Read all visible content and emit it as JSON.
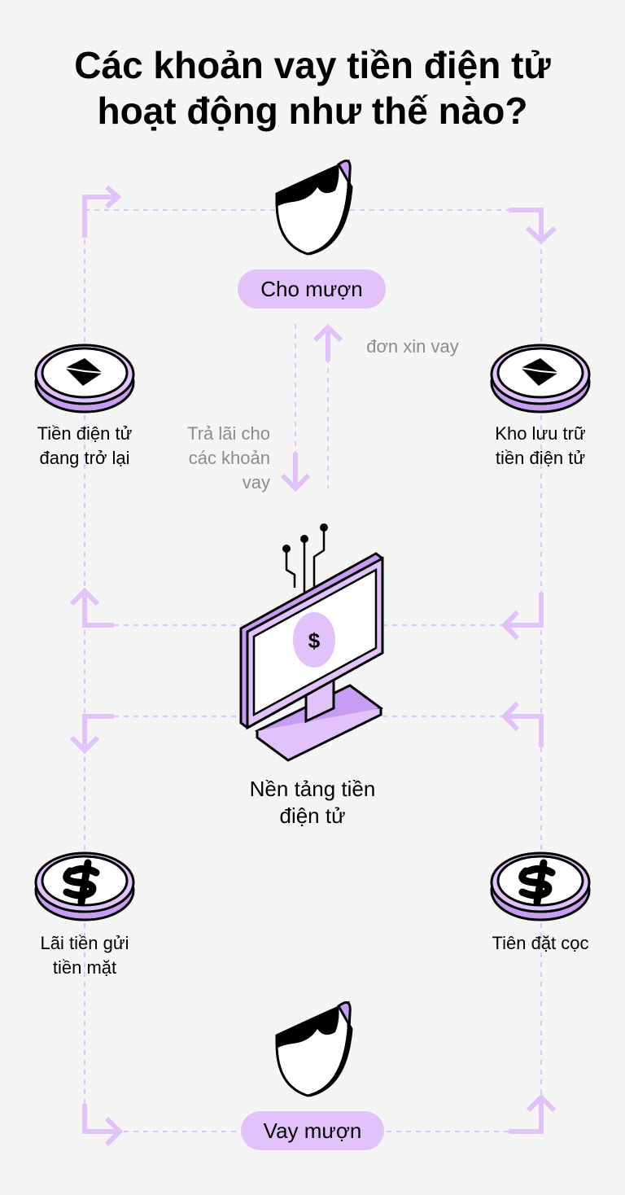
{
  "title_line1": "Các khoản vay tiền điện tử",
  "title_line2": "hoạt động như thế nào?",
  "nodes": {
    "lender": "Cho mượn",
    "borrower": "Vay mượn",
    "platform_line1": "Nền tảng tiền",
    "platform_line2": "điện tử"
  },
  "labels": {
    "crypto_returned_1": "Tiền điện tử",
    "crypto_returned_2": "đang trở lại",
    "crypto_storage_1": "Kho lưu trữ",
    "crypto_storage_2": "tiền điện tử",
    "cash_interest_1": "Lãi tiền gửi",
    "cash_interest_2": "tiền mặt",
    "deposit": "Tiên đặt cọc",
    "loan_request": "đơn xin vay",
    "interest_1": "Trả lãi cho",
    "interest_2": "các khoản",
    "interest_3": "vay"
  },
  "icons": {
    "person": "person-head-icon",
    "ethereum_coin": "ethereum-coin-icon",
    "dollar_coin": "dollar-coin-icon",
    "monitor": "computer-monitor-icon"
  },
  "colors": {
    "accent": "#e1c2fb",
    "accent_dark": "#c79cf3",
    "background": "#f5f5f5",
    "text": "#000000",
    "muted": "#8c8c8c"
  }
}
